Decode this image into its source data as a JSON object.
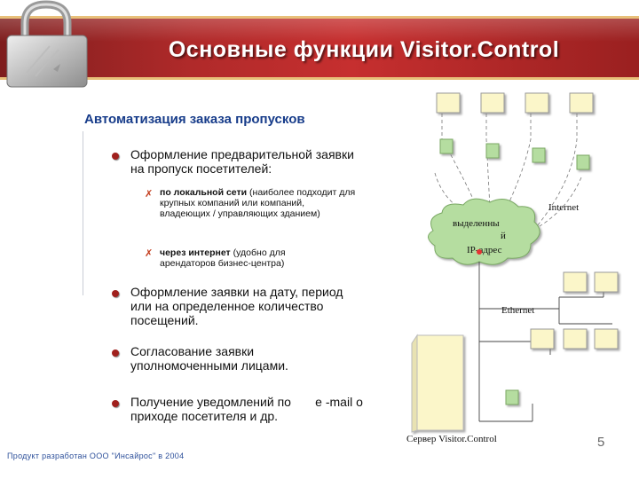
{
  "title": "Основные функции Visitor.Control",
  "subtitle": "Автоматизация заказа пропусков",
  "bullets": [
    {
      "text": "Оформление предварительной заявки на пропуск посетителей:"
    },
    {
      "text": "Оформление заявки на дату, период или на определенное количество посещений."
    },
    {
      "text": "Согласование заявки уполномоченными лицами."
    },
    {
      "text": "Получение уведомлений по       е -mail о приходе посетителя и др."
    }
  ],
  "sub_bullets": [
    {
      "bold": "по локальной сети",
      "text": " (наиболее подходит для крупных компаний или компаний, владеющих / управляющих зданием)"
    },
    {
      "bold": "через интернет",
      "text": " (удобно для арендаторов бизнес-центра)"
    }
  ],
  "diagram": {
    "internet_label": "Internet",
    "ip_label_line1": "выделенны",
    "ip_label_line2": "й",
    "ip_label_line3": "IP-адрес",
    "ethernet_label": "Ethernet",
    "server_label": "Сервер Visitor.Control"
  },
  "footer": "Продукт разработан ООО \"Инсайрос\" в 2004",
  "page_number": "5",
  "colors": {
    "title_bar": "#b02a2a",
    "subtitle": "#173c8a",
    "bullet": "#a0201d",
    "node_fill": "#b5dda0",
    "monitor_fill": "#fbf6c9"
  }
}
